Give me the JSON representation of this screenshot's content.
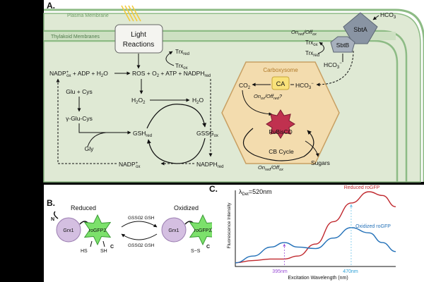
{
  "panel_a": {
    "label": "A.",
    "plasma_membrane": "Plasma Membrane",
    "thylakoid_membranes": "Thylakoid Membranes",
    "light_reactions": [
      "Light",
      "Reactions"
    ],
    "trx_red_1": "Trx",
    "trx_red_1_sub": "red",
    "trx_ox_1": "Trx",
    "trx_ox_1_sub": "ox",
    "nadp_ox_top": "NADP",
    "nadp_ox_top_sup": "+",
    "nadp_ox_top_sub": "ox",
    "adp_h2o": " + ADP + H",
    "h2o_sub": "2",
    "o_tail": "O",
    "ros_line": "ROS + O",
    "ros_o2_sub": "2",
    "atp_nadph": " + ATP + NADPH",
    "nadph_sub": "red",
    "glu_cys": "Glu + Cys",
    "gamma": "γ-Glu-Cys",
    "gly": "Gly",
    "h2o2": "H",
    "h2o2_sub1": "2",
    "h2o2_o": "O",
    "h2o2_sub2": "2",
    "h2o_right": "H",
    "h2o_right_sub": "2",
    "h2o_right_o": "O",
    "gsh": "GSH",
    "gsh_sub": "red",
    "gssg": "GSSG",
    "gssg_sub": "ox",
    "nadp_bottom": "NADP",
    "nadp_bottom_sup": "+",
    "nadp_bottom_sub": "ox",
    "nadph_bottom": "NADPH",
    "nadph_bottom_sub": "red",
    "carboxysome": "Carboxysome",
    "co2": "CO",
    "co2_sub": "2",
    "hco3_in": "HCO",
    "hco3_in_sub": "3",
    "hco3_in_sup": "−",
    "ca": "CA",
    "on_off_ca": "On",
    "on_off_ca_sub1": "ox",
    "on_off_ca_mid": "/Off",
    "on_off_ca_sub2": "red",
    "on_off_ca_q": "?",
    "rubisco": "RuBisCO",
    "cb_cycle": "CB Cycle",
    "sugars": "Sugars",
    "on_off_cb": "On",
    "on_off_cb_sub1": "red",
    "on_off_cb_mid": "/Off",
    "on_off_cb_sub2": "ox",
    "on_off_top": "On",
    "on_off_top_sub1": "red",
    "on_off_top_mid": "/Off",
    "on_off_top_sub2": "ox",
    "trx_ox_2": "Trx",
    "trx_ox_2_sub": "ox",
    "trx_red_2": "Trx",
    "trx_red_2_sub": "red",
    "sbta": "SbtA",
    "sbtb": "SbtB",
    "hco3_out": "HCO",
    "hco3_out_sub": "3",
    "hco3_mid": "HCO",
    "hco3_mid_sub": "3",
    "hco3_mid_sup": "−"
  },
  "panel_b": {
    "label": "B.",
    "reduced": "Reduced",
    "oxidized": "Oxidized",
    "grx1": "Grx1",
    "rogfp2": "roGFP2",
    "n": "N",
    "c": "C",
    "hs": "HS",
    "sh": "SH",
    "ss": "S−S",
    "gssg": "GSSG",
    "two_gsh": "2 GSH"
  },
  "panel_c": {
    "label": "C.",
    "lambda": "λ",
    "lambda_sub": "Det",
    "lambda_val": "=520nm",
    "ylabel": "Fluorescence Intensity",
    "xlabel": "Excitation Wavelength (nm)",
    "reduced_label": "Reduced roGFP",
    "oxidized_label": "Oxidized roGFP",
    "tick_395": "395nm",
    "tick_470": "470nm"
  },
  "colors": {
    "cell_fill": "#dfe9d4",
    "membrane": "#8dbb85",
    "carboxysome": "#f3dcae",
    "rubisco": "#c0314f",
    "ca": "#f9e27a",
    "grx": "#d4bfe1",
    "rogfp": "#7ce16b",
    "sbt": "#8994a3",
    "reduced_curve": "#c0282e",
    "oxidized_curve": "#2270b8"
  },
  "chart_data": {
    "type": "line",
    "title": "",
    "xlabel": "Excitation Wavelength (nm)",
    "ylabel": "Fluorescence Intensity",
    "series": [
      {
        "name": "Reduced roGFP",
        "x": [
          340,
          360,
          380,
          395,
          410,
          430,
          450,
          470,
          490,
          505,
          520
        ],
        "y": [
          0.05,
          0.08,
          0.1,
          0.1,
          0.14,
          0.3,
          0.6,
          0.85,
          1.0,
          0.95,
          0.8
        ]
      },
      {
        "name": "Oxidized roGFP",
        "x": [
          340,
          360,
          380,
          395,
          410,
          430,
          450,
          470,
          490,
          505,
          520
        ],
        "y": [
          0.05,
          0.14,
          0.26,
          0.32,
          0.26,
          0.24,
          0.38,
          0.52,
          0.45,
          0.32,
          0.2
        ]
      }
    ],
    "markers": [
      395,
      470
    ]
  }
}
